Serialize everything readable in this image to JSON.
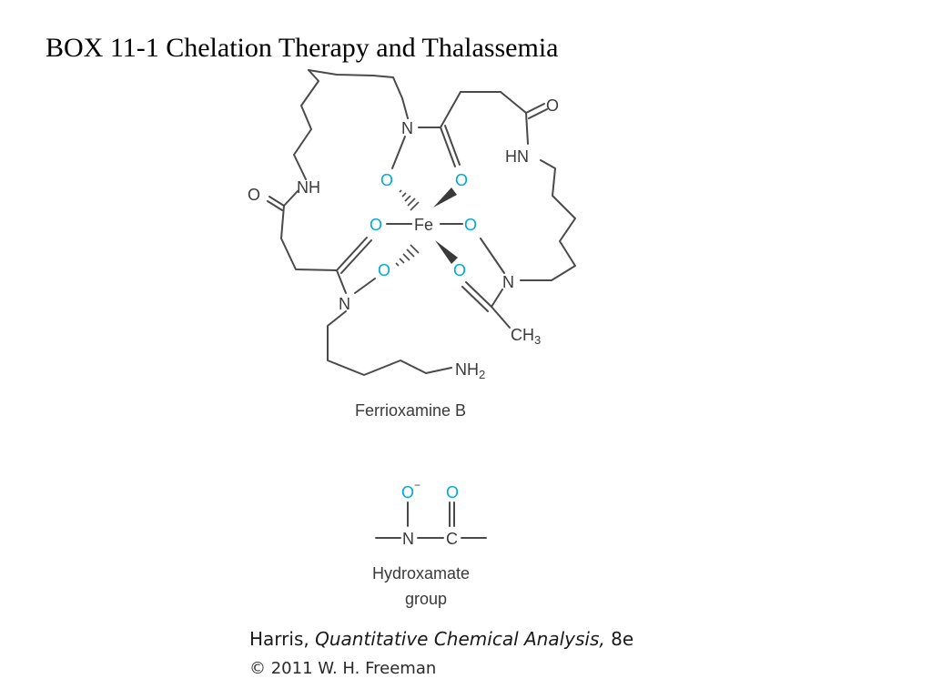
{
  "title": "BOX 11-1 Chelation Therapy and Thalassemia",
  "molecule": {
    "name": "Ferrioxamine B",
    "atoms": {
      "fe": "Fe",
      "o": "O",
      "n": "N",
      "nh": "NH",
      "hn": "HN",
      "ch3_main": "CH",
      "ch3_sub": "3",
      "nh2_main": "NH",
      "nh2_sub": "2"
    }
  },
  "hydroxamate": {
    "caption_line1": "Hydroxamate",
    "caption_line2": "group",
    "o_minus": "O",
    "charge": "−",
    "o": "O",
    "n": "N",
    "c": "C"
  },
  "credit": {
    "author": "Harris, ",
    "book": "Quantitative Chemical Analysis,",
    "edition": " 8e",
    "copyright": "© 2011 W. H. Freeman"
  },
  "colors": {
    "oxygen": "#00a8d8",
    "bond": "#4a4a4a",
    "text": "#3a3a3a"
  }
}
